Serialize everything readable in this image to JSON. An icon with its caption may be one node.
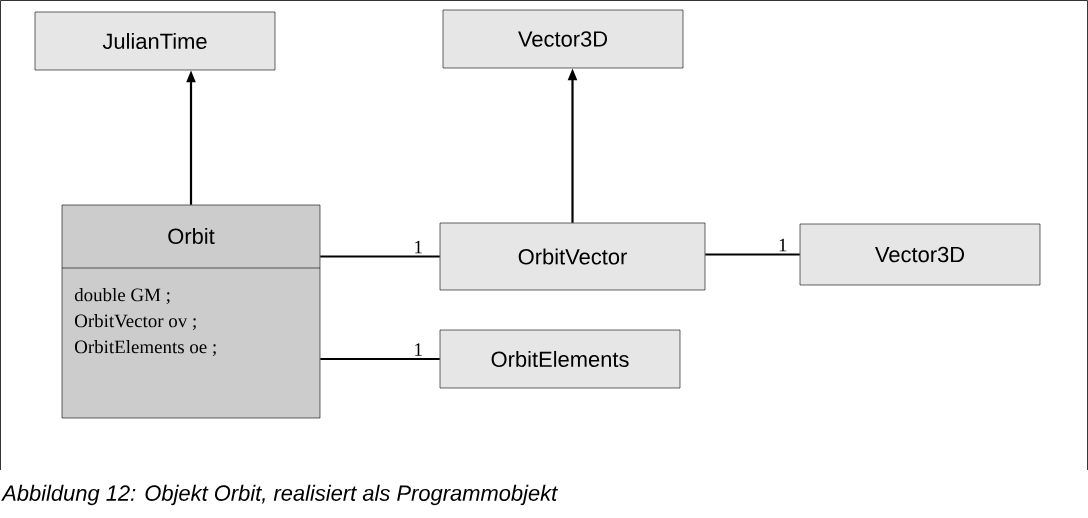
{
  "diagram": {
    "caption": "Abbildung 12: Objekt Orbit, realisiert als Programmobjekt",
    "nodes": [
      {
        "text": [
          "JulianTime"
        ]
      },
      {
        "text": [
          "Vector3D"
        ]
      },
      {
        "text": [
          "Orbit",
          "double GM ;",
          "OrbitVector ov ;",
          "OrbitElements oe ;"
        ]
      },
      {
        "text": [
          "OrbitVector"
        ]
      },
      {
        "text": [
          "Vector3D"
        ]
      },
      {
        "text": [
          "OrbitElements"
        ]
      }
    ],
    "edges": [
      {
        "from": 2,
        "to": 0,
        "arrow": "to"
      },
      {
        "from": 3,
        "to": 1,
        "arrow": "to"
      },
      {
        "from": 2,
        "to": 3,
        "arrow": "none",
        "label": "1"
      },
      {
        "from": 3,
        "to": 4,
        "arrow": "none",
        "label": "1"
      },
      {
        "from": 2,
        "to": 5,
        "arrow": "none",
        "label": "1"
      }
    ]
  }
}
